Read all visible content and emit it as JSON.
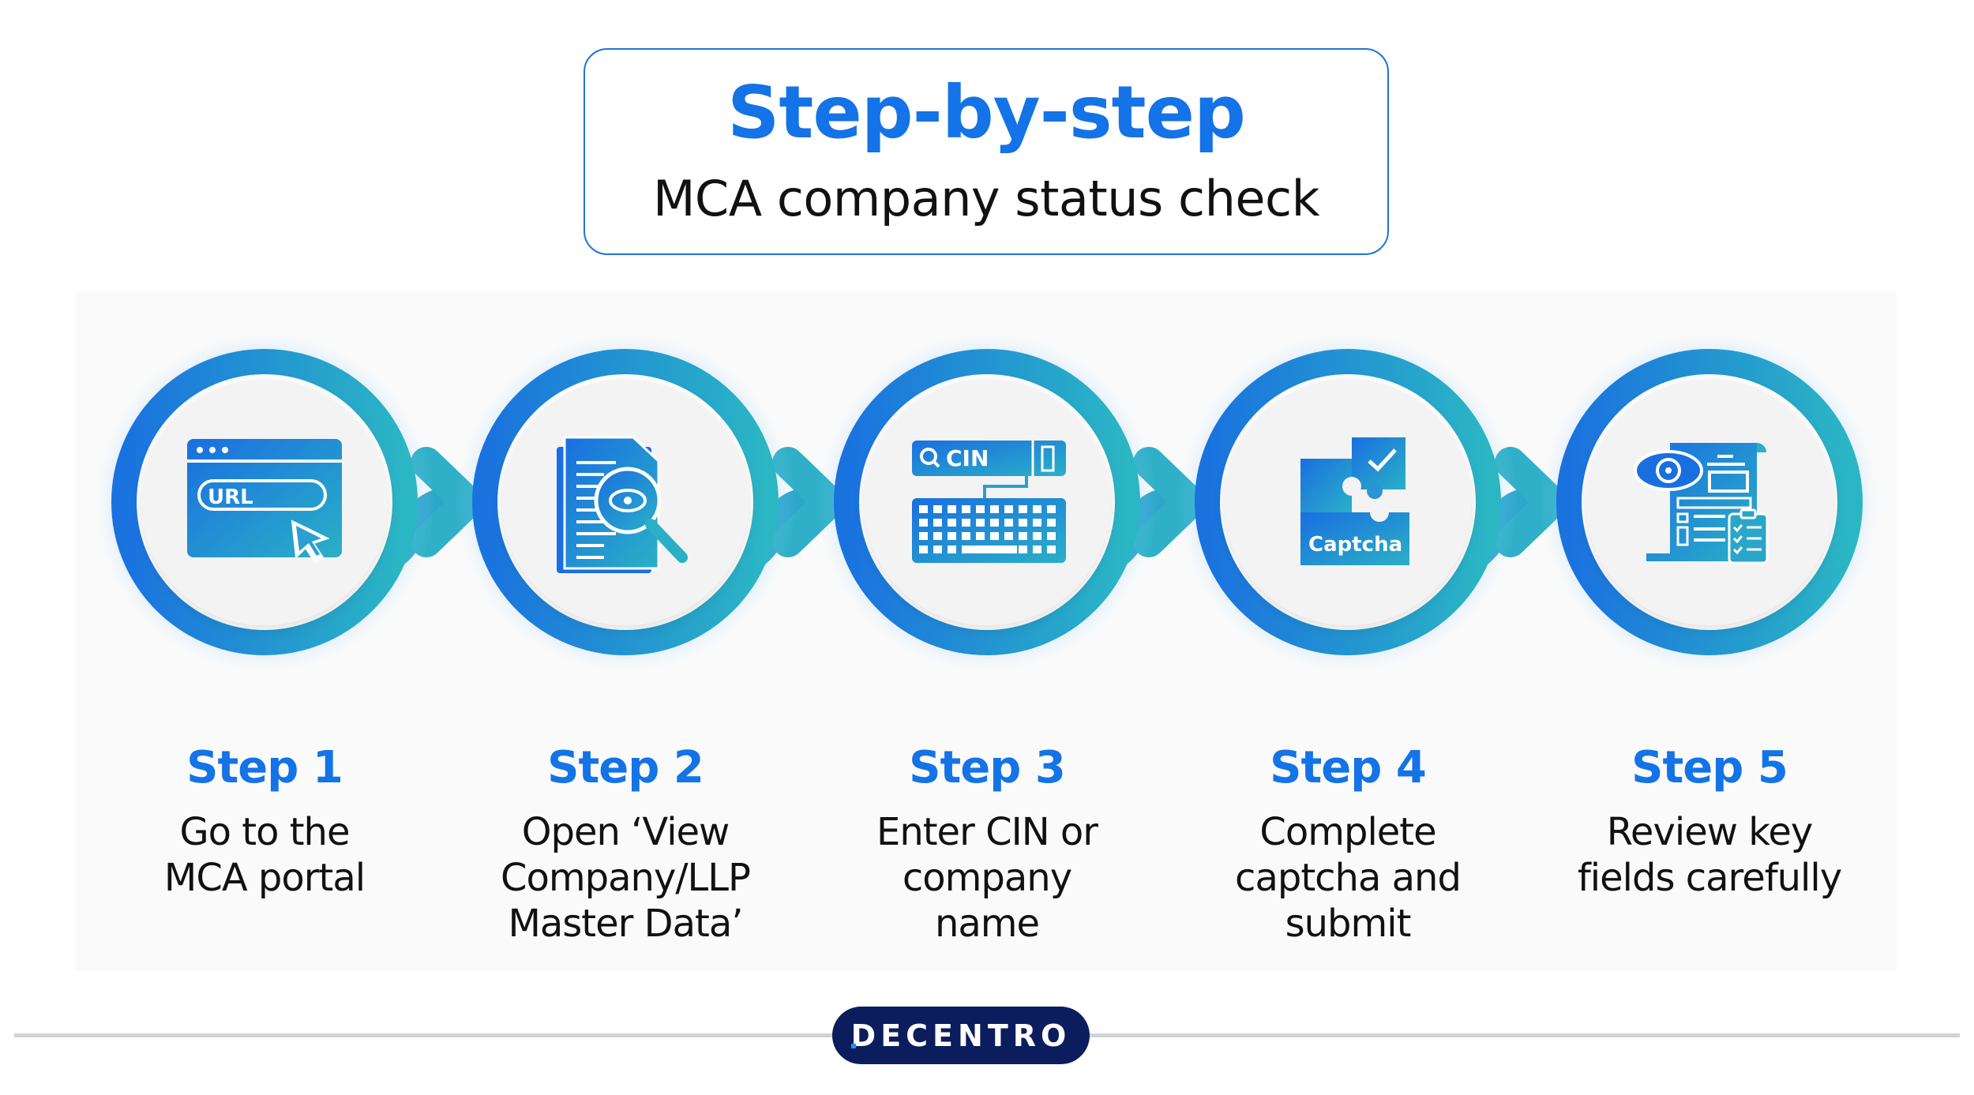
{
  "header": {
    "title": "Step-by-step",
    "subtitle": "MCA company status check"
  },
  "colors": {
    "accent_blue": "#1473e6",
    "ring_start": "#1a74e0",
    "ring_end": "#2ab4c6",
    "logo_bg": "#0b1d5c"
  },
  "steps": [
    {
      "label": "Step 1",
      "lines": [
        "Go to the",
        "MCA portal"
      ],
      "icon": "browser-url-icon",
      "icon_text": "URL"
    },
    {
      "label": "Step 2",
      "lines": [
        "Open ‘View",
        "Company/LLP",
        "Master Data’"
      ],
      "icon": "document-search-icon",
      "icon_text": ""
    },
    {
      "label": "Step 3",
      "lines": [
        "Enter CIN or",
        "company",
        "name"
      ],
      "icon": "cin-keyboard-icon",
      "icon_text": "CIN"
    },
    {
      "label": "Step 4",
      "lines": [
        "Complete",
        "captcha and",
        "submit"
      ],
      "icon": "captcha-puzzle-icon",
      "icon_text": "Captcha"
    },
    {
      "label": "Step 5",
      "lines": [
        "Review key",
        "fields carefully"
      ],
      "icon": "review-document-icon",
      "icon_text": ""
    }
  ],
  "footer": {
    "logo_text": "DECENTRO"
  }
}
